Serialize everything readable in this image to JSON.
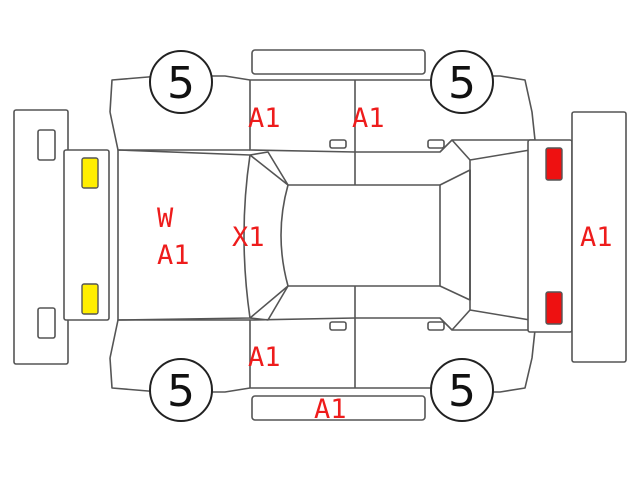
{
  "tires": {
    "front_left": "5",
    "front_right": "5",
    "rear_left": "5",
    "rear_right": "5"
  },
  "marks": {
    "roof_left": "A1",
    "roof_right": "A1",
    "hood_w": "W",
    "hood_a": "A1",
    "windshield": "X1",
    "rear": "A1",
    "door_bottom": "A1",
    "sill_bottom": "A1"
  },
  "colors": {
    "outline": "#555555",
    "mark_text": "#ee1c1c",
    "front_lamp": "#ffee00",
    "rear_lamp": "#ee1111"
  }
}
